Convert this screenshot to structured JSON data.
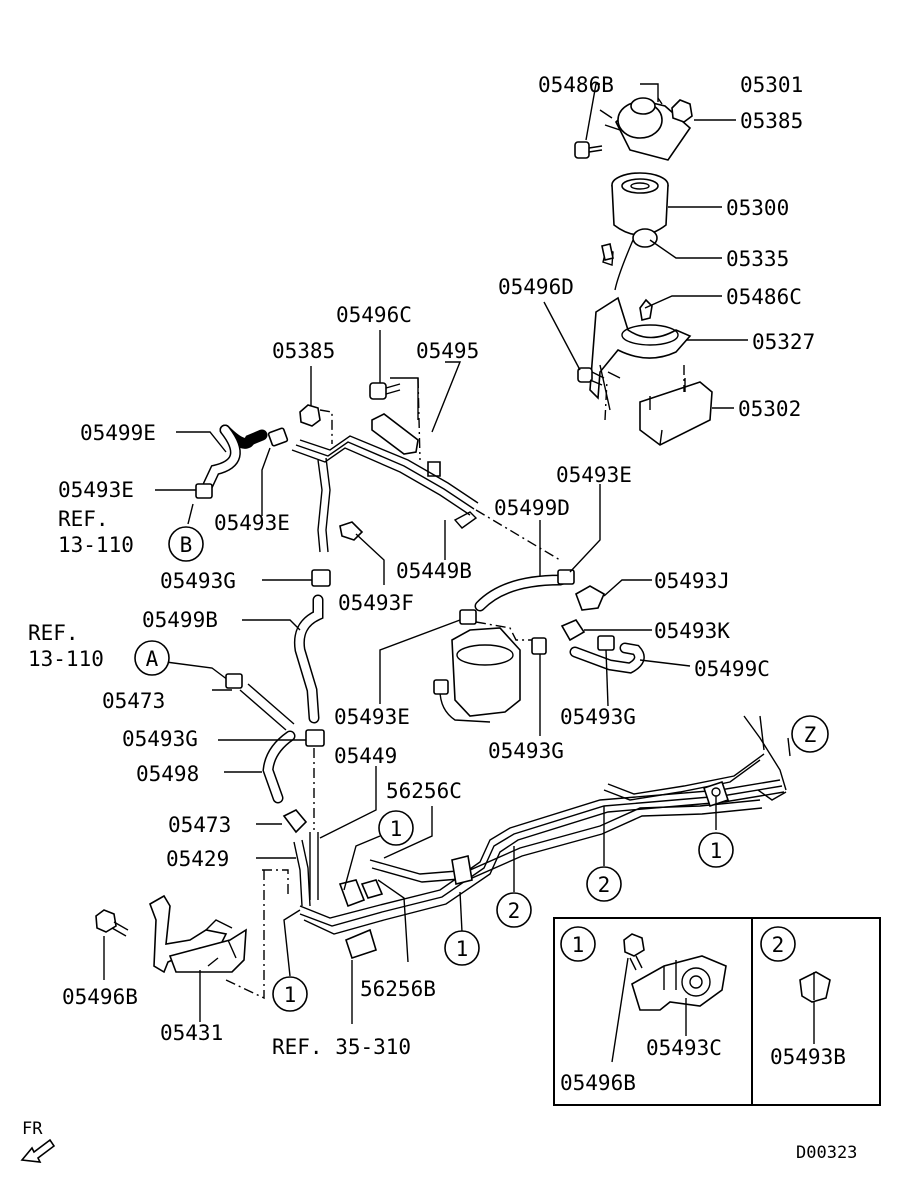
{
  "labels": {
    "p05486B_top": "05486B",
    "p05301": "05301",
    "p05385_top": "05385",
    "p05300": "05300",
    "p05335": "05335",
    "p05496D": "05496D",
    "p05486C": "05486C",
    "p05327": "05327",
    "p05302": "05302",
    "p05496C": "05496C",
    "p05385_mid": "05385",
    "p05495": "05495",
    "p05499E": "05499E",
    "p05493E_a": "05493E",
    "p05493E_b": "05493E",
    "p05493E_c": "05493E",
    "p05493E_d": "05493E",
    "p05499D": "05499D",
    "p05493G_a": "05493G",
    "p05449B": "05449B",
    "p05493J": "05493J",
    "p05493F": "05493F",
    "p05499B": "05499B",
    "p05493K": "05493K",
    "p05499C": "05499C",
    "p05473_a": "05473",
    "p05493G_b": "05493G",
    "p05493G_c": "05493G",
    "p05493G_d": "05493G",
    "p05449": "05449",
    "p05498": "05498",
    "p56256C": "56256C",
    "p05473_b": "05473",
    "p05429": "05429",
    "p56256B": "56256B",
    "p05496B_main": "05496B",
    "p05431": "05431",
    "p05493C": "05493C",
    "p05496B_inset": "05496B",
    "p05493B": "05493B"
  },
  "refs": {
    "ref_b_line1": "REF.",
    "ref_b_line2": "13-110",
    "ref_a_line1": "REF.",
    "ref_a_line2": "13-110",
    "ref_35_310": "REF. 35-310"
  },
  "callouts": {
    "A": "A",
    "B": "B",
    "Z": "Z",
    "one": "1",
    "two": "2"
  },
  "footer": {
    "direction": "FR",
    "diagram_code": "D00323"
  }
}
